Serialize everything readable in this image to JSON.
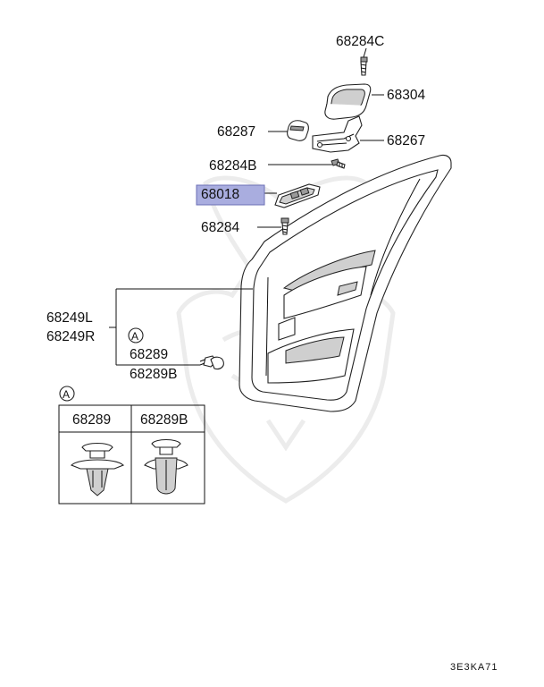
{
  "labels": {
    "p68284C": "68284C",
    "p68304": "68304",
    "p68287": "68287",
    "p68267": "68267",
    "p68284B": "68284B",
    "p68018": "68018",
    "p68284": "68284",
    "p68249L": "68249L",
    "p68249R": "68249R",
    "p68289": "68289",
    "p68289B": "68289B"
  },
  "callout_marker": "A",
  "clip_table": {
    "marker": "A",
    "headers": [
      "68289",
      "68289B"
    ]
  },
  "diagram_code": "3E3KA71",
  "colors": {
    "highlight_fill": "#a9addf",
    "highlight_border": "#6b6fb5",
    "line": "#111111"
  }
}
